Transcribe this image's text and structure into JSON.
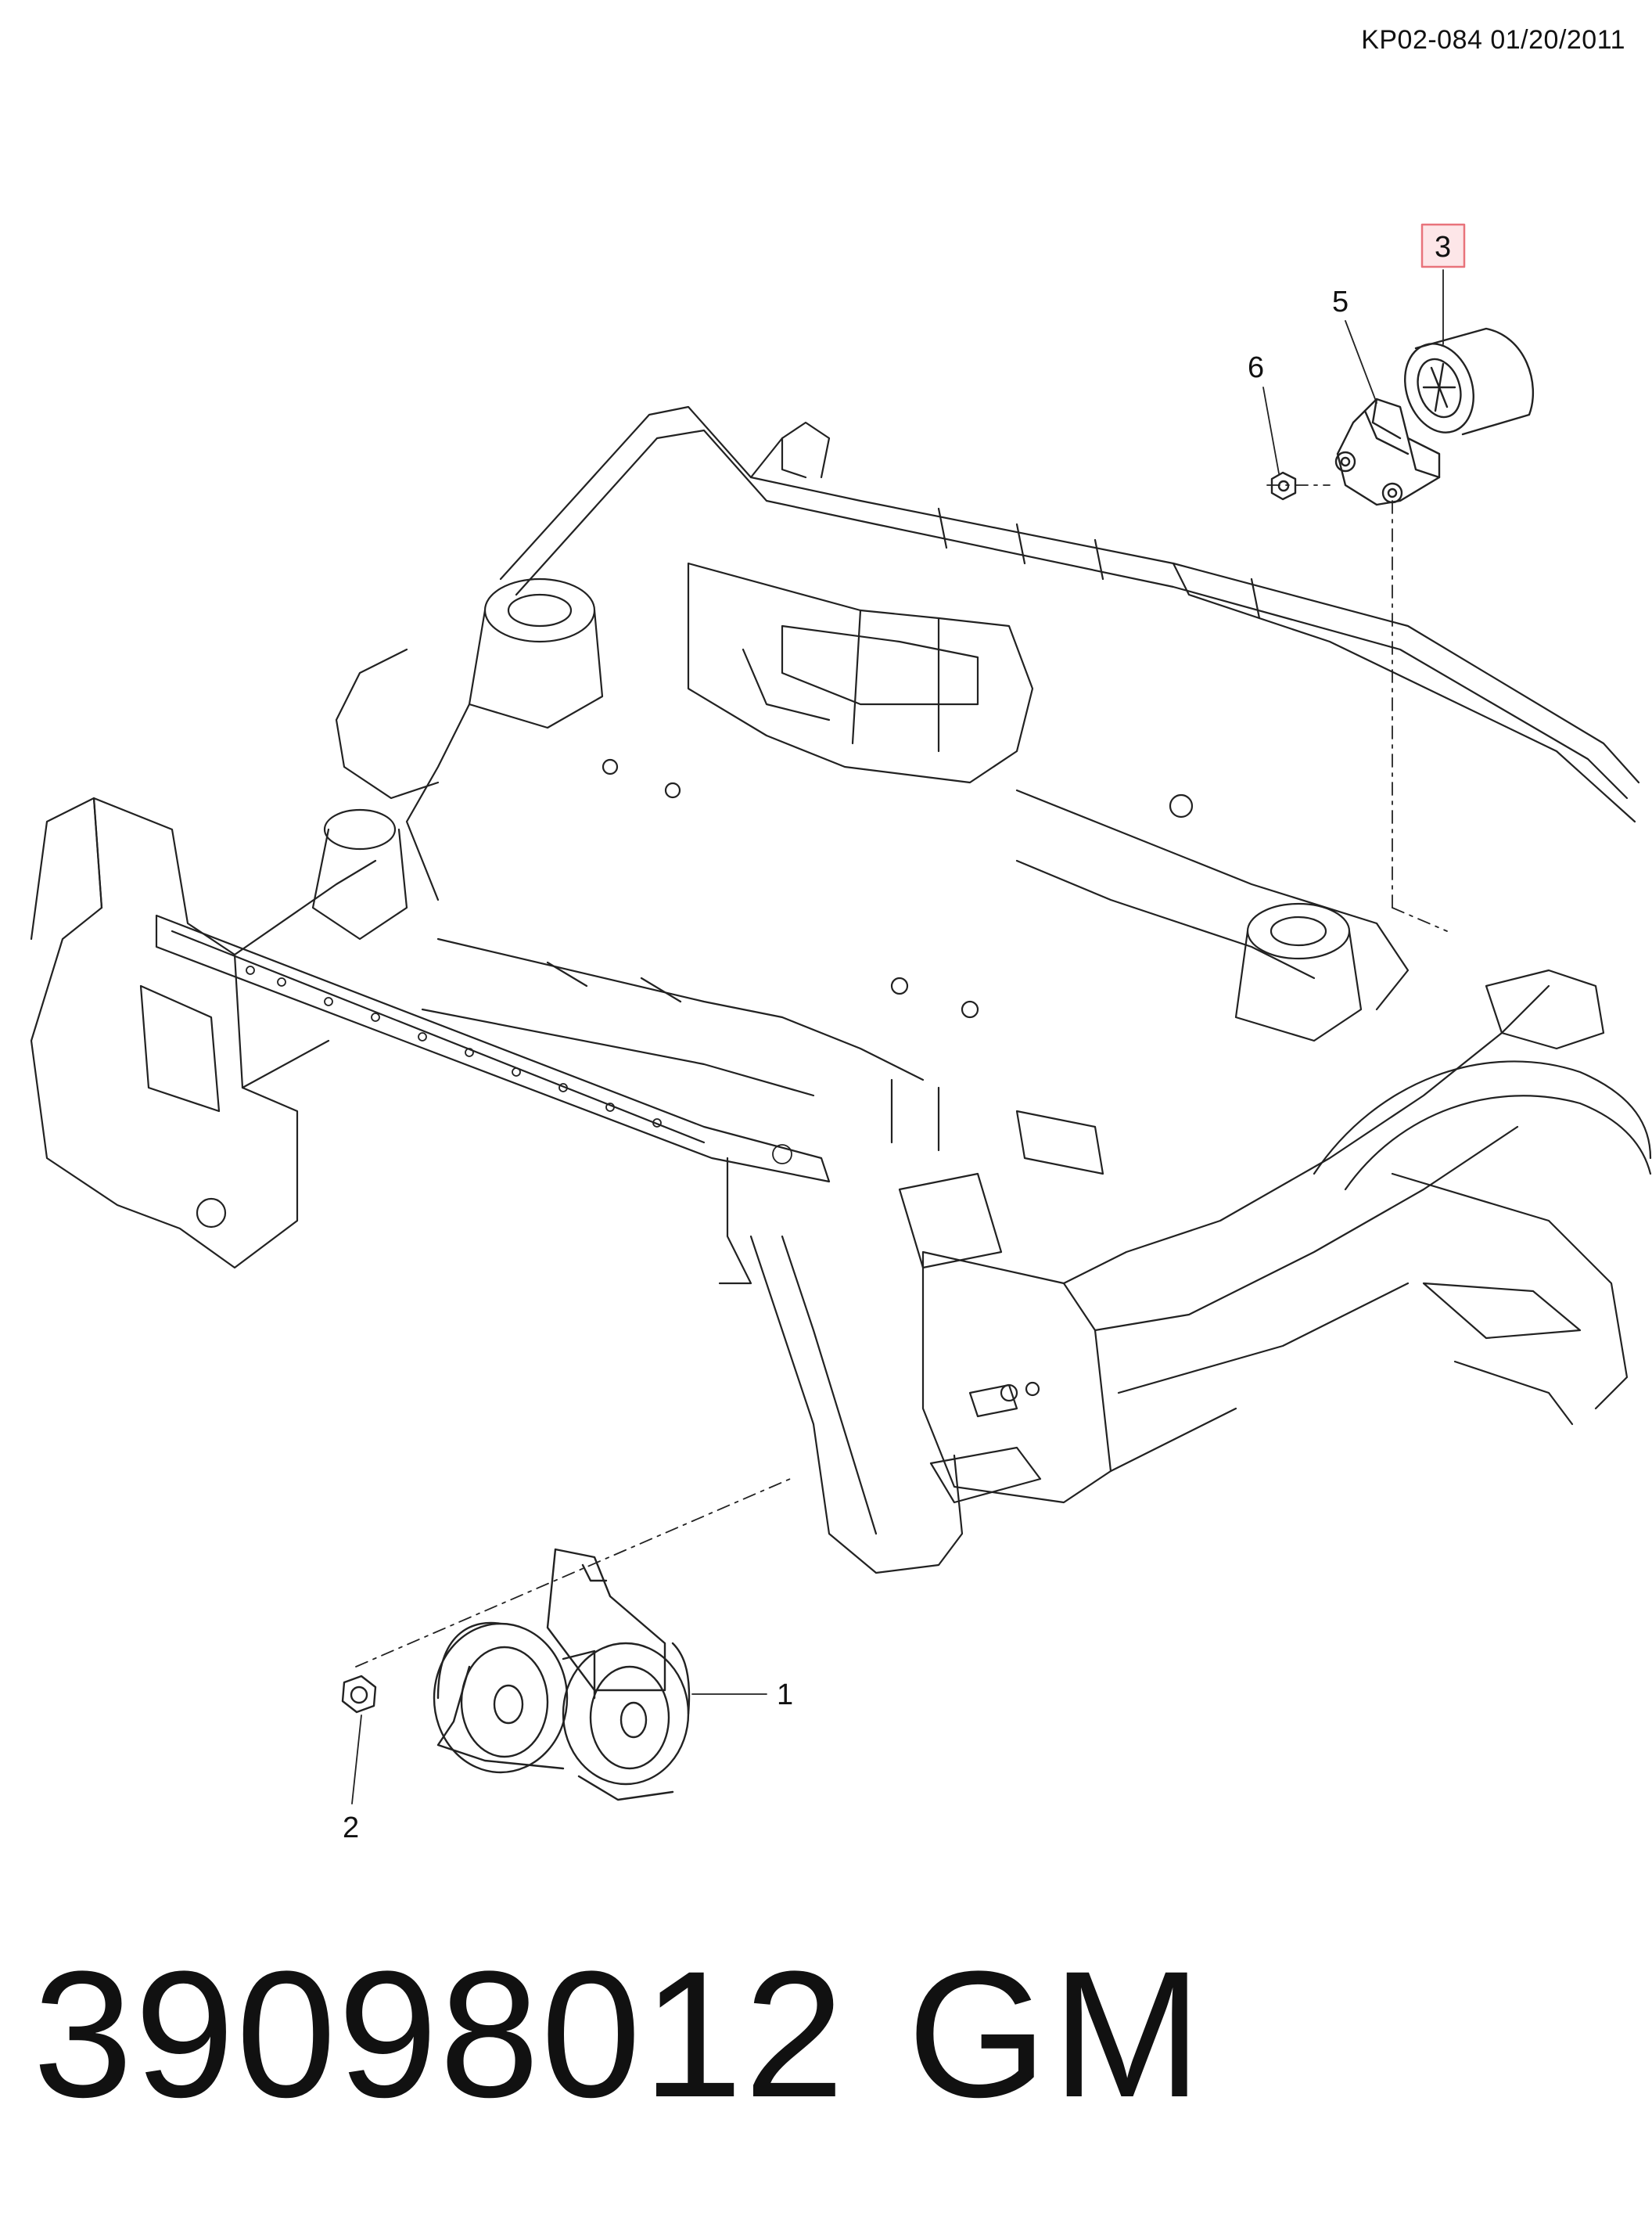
{
  "header": {
    "doc_ref": "KP02-084 01/20/2011"
  },
  "callouts": {
    "c1": "1",
    "c2": "2",
    "c3": "3",
    "c5": "5",
    "c6": "6"
  },
  "highlight_color": "#e8737b",
  "footer": {
    "part_number": "39098012",
    "brand": "GM"
  }
}
